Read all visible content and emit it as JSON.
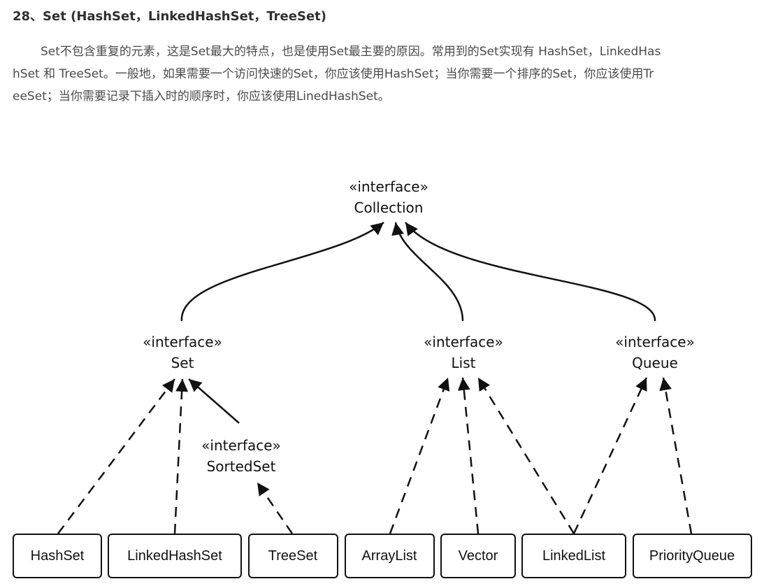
{
  "heading": "28、Set (HashSet，LinkedHashSet，TreeSet)",
  "paragraph": {
    "line1": "Set不包含重复的元素，这是Set最大的特点，也是使用Set最主要的原因。常用到的Set实现有 HashSet，LinkedHas",
    "line2": "hSet 和 TreeSet。一般地，如果需要一个访问快速的Set，你应该使用HashSet；当你需要一个排序的Set，你应该使用Tr",
    "line3": "eeSet；当你需要记录下插入时的顺序时，你应该使用LinedHashSet。"
  },
  "diagram": {
    "stereotype": "«interface»",
    "interfaces": {
      "collection": "Collection",
      "set": "Set",
      "list": "List",
      "queue": "Queue",
      "sortedset": "SortedSet"
    },
    "classes": {
      "hashset": "HashSet",
      "linkedhashset": "LinkedHashSet",
      "treeset": "TreeSet",
      "arraylist": "ArrayList",
      "vector": "Vector",
      "linkedlist": "LinkedList",
      "priorityqueue": "PriorityQueue"
    }
  }
}
